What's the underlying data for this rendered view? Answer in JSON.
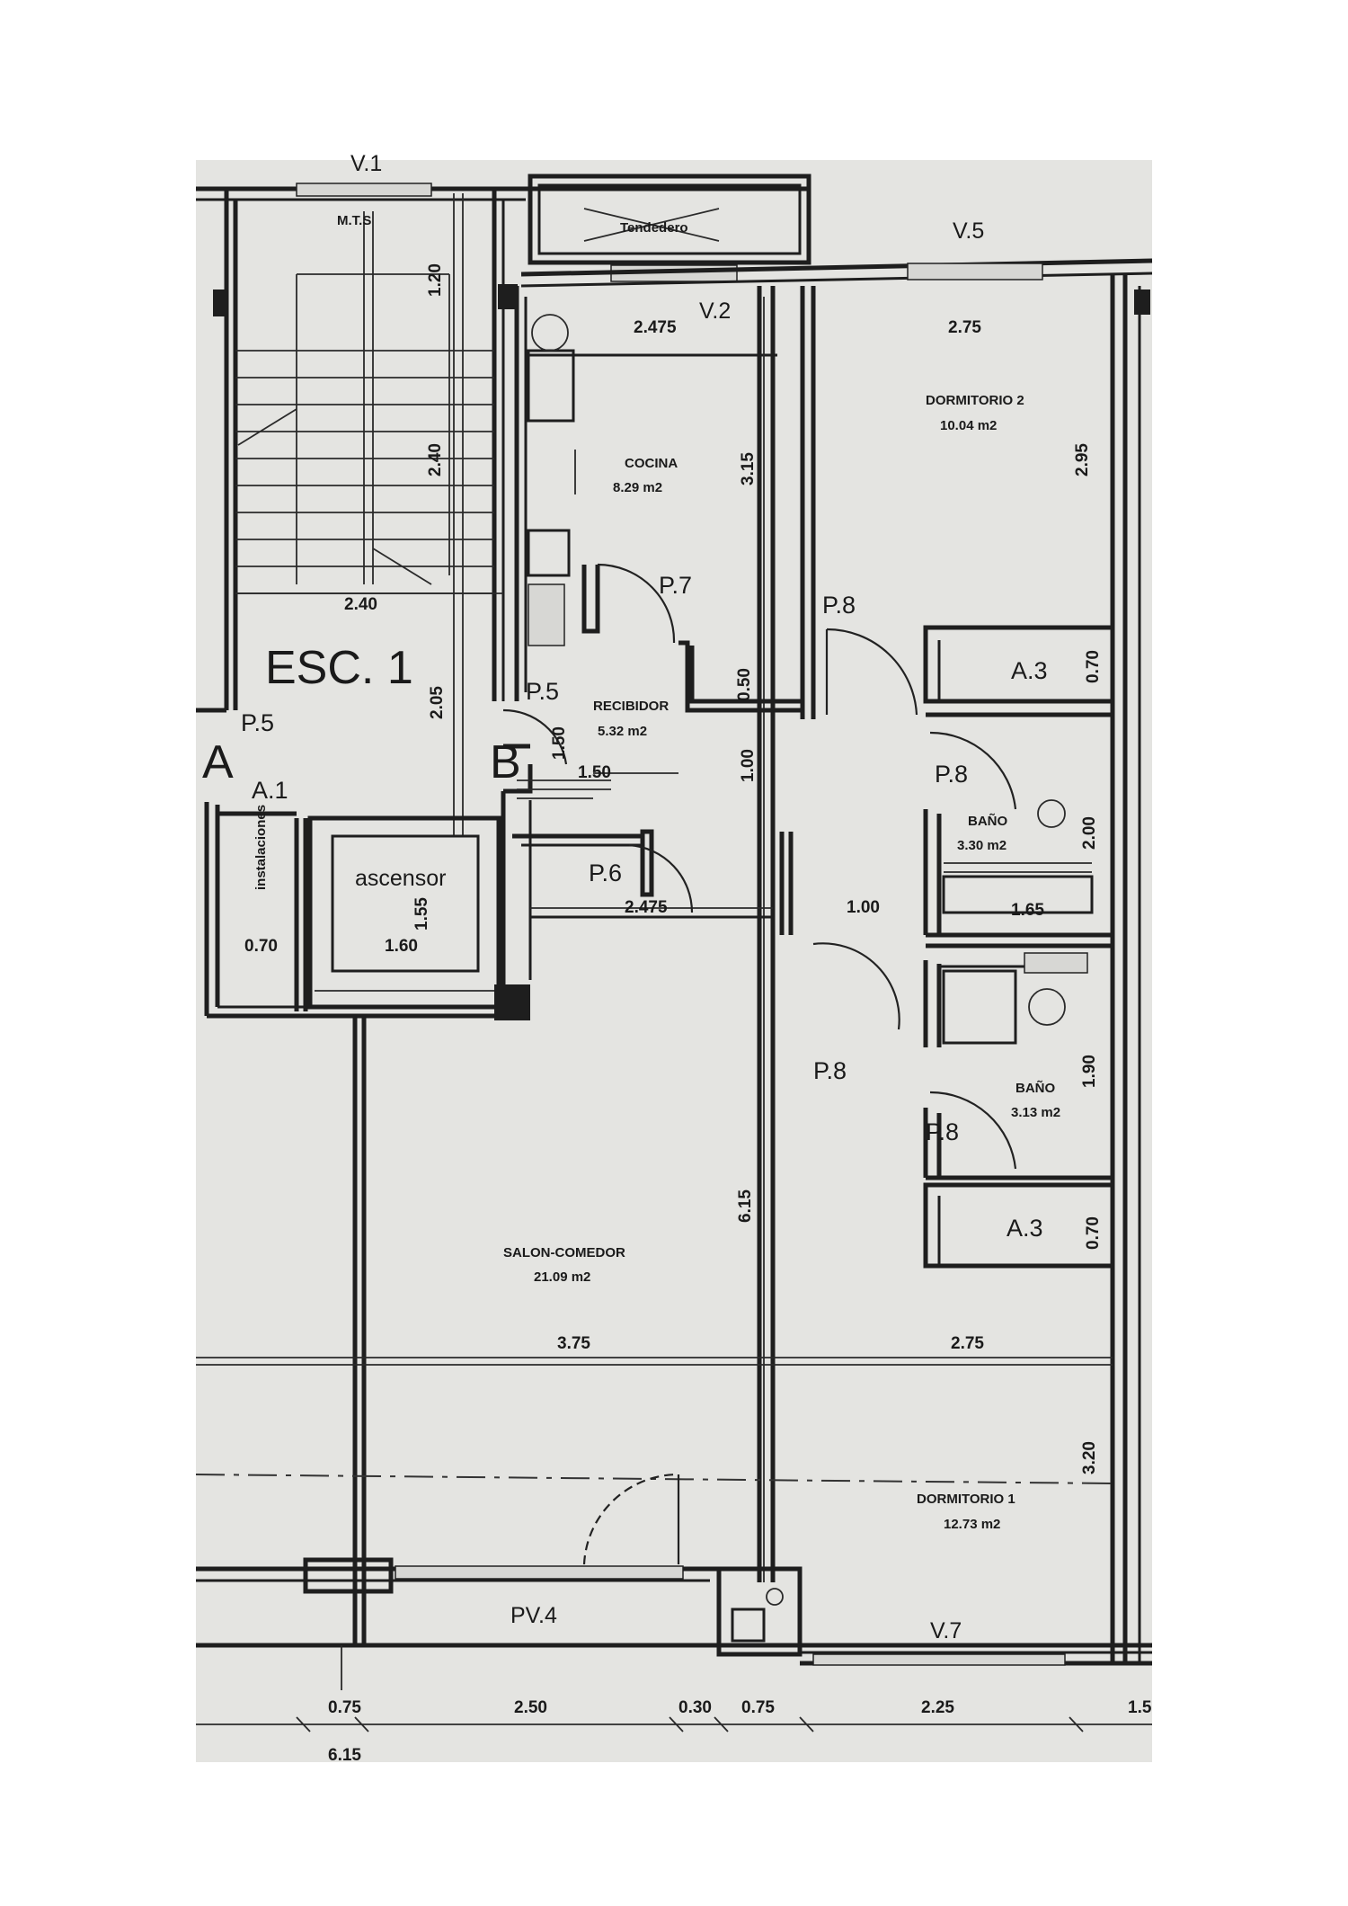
{
  "rooms": {
    "cocina": {
      "name": "COCINA",
      "area": "8.29 m2"
    },
    "dormitorio2": {
      "name": "DORMITORIO 2",
      "area": "10.04 m2"
    },
    "recibidor": {
      "name": "RECIBIDOR",
      "area": "5.32 m2"
    },
    "bano1": {
      "name": "BAÑO",
      "area": "3.30 m2"
    },
    "bano2": {
      "name": "BAÑO",
      "area": "3.13 m2"
    },
    "salon": {
      "name": "SALON-COMEDOR",
      "area": "21.09 m2"
    },
    "dormitorio1": {
      "name": "DORMITORIO 1",
      "area": "12.73 m2"
    },
    "tendedero": {
      "name": "Tendedero"
    },
    "ascensor": {
      "name": "ascensor"
    },
    "instalaciones": {
      "name": "instalaciones"
    }
  },
  "labels": {
    "v1": "V.1",
    "v2": "V.2",
    "v5": "V.5",
    "v7": "V.7",
    "pv4": "PV.4",
    "esc": "ESC. 1",
    "a": "A",
    "b": "B",
    "p5a": "P.5",
    "p5b": "P.5",
    "p6": "P.6",
    "p7": "P.7",
    "p8a": "P.8",
    "p8b": "P.8",
    "p8c": "P.8",
    "p8d": "P.8",
    "a1": "A.1",
    "a3a": "A.3",
    "a3b": "A.3",
    "mts": "M.T.S"
  },
  "dimensions": {
    "d_2475_top": "2.475",
    "d_275_top": "2.75",
    "d_120": "1.20",
    "d_240_stairs": "2.40",
    "d_240": "2.40",
    "d_315": "3.15",
    "d_295": "2.95",
    "d_205": "2.05",
    "d_070_a3a": "0.70",
    "d_050": "0.50",
    "d_150": "1.50",
    "d_150b": "1.50",
    "d_100_v": "1.00",
    "d_200": "2.00",
    "d_2475_mid": "2.475",
    "d_100_h": "1.00",
    "d_165": "1.65",
    "d_155": "1.55",
    "d_160": "1.60",
    "d_070_inst": "0.70",
    "d_190": "1.90",
    "d_070_a3b": "0.70",
    "d_615": "6.15",
    "d_375": "3.75",
    "d_275_mid": "2.75",
    "d_320": "3.20",
    "b_075a": "0.75",
    "b_250": "2.50",
    "b_030": "0.30",
    "b_075b": "0.75",
    "b_225": "2.25",
    "b_15": "1.5",
    "b_615": "6.15"
  }
}
